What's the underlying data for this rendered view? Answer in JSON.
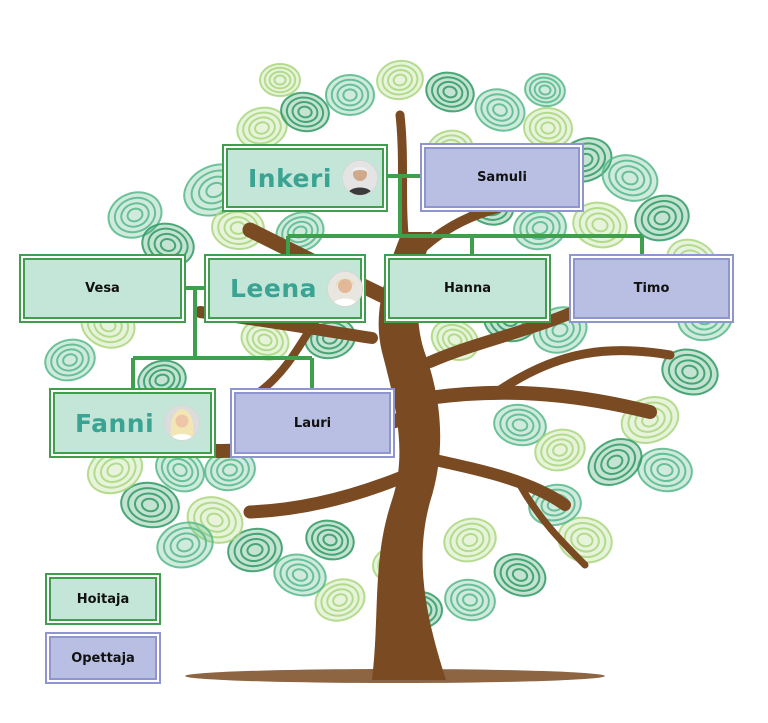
{
  "colors": {
    "hoitaja": "#c3e6d9",
    "opettaja": "#b9bfe2",
    "connector": "#3f9f4c",
    "trunk": "#7a4a22",
    "leaf_dark": "#2e9a62",
    "leaf_mid": "#56b88a",
    "leaf_light": "#a9d67e",
    "big_name": "#3aa392"
  },
  "nodes": {
    "inkeri": {
      "name": "Inkeri",
      "role": "hoitaja",
      "photo": "person-photo"
    },
    "samuli": {
      "name": "Samuli",
      "role": "opettaja"
    },
    "vesa": {
      "name": "Vesa",
      "role": "hoitaja"
    },
    "leena": {
      "name": "Leena",
      "role": "hoitaja",
      "photo": "person-photo"
    },
    "hanna": {
      "name": "Hanna",
      "role": "hoitaja"
    },
    "timo": {
      "name": "Timo",
      "role": "opettaja"
    },
    "fanni": {
      "name": "Fanni",
      "role": "hoitaja",
      "photo": "person-photo"
    },
    "lauri": {
      "name": "Lauri",
      "role": "opettaja"
    }
  },
  "legend": {
    "hoitaja_label": "Hoitaja",
    "opettaja_label": "Opettaja"
  }
}
